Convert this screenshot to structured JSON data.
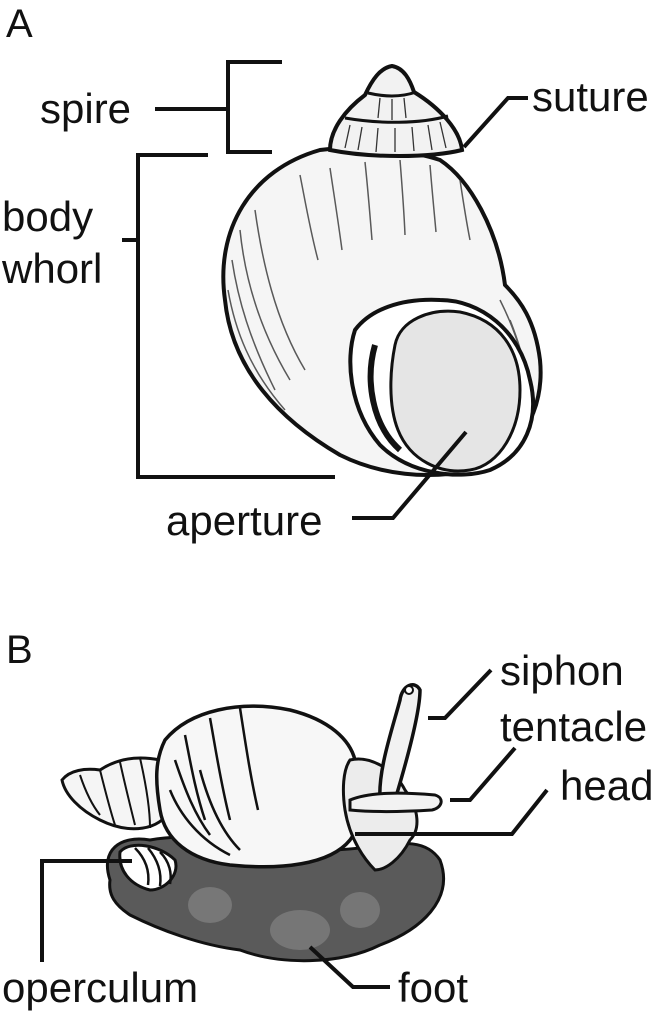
{
  "figure": {
    "panels": [
      {
        "letter": "A",
        "subject": "snail shell",
        "labels": {
          "spire": "spire",
          "body_whorl_line1": "body",
          "body_whorl_line2": "whorl",
          "suture": "suture",
          "aperture": "aperture"
        }
      },
      {
        "letter": "B",
        "subject": "living snail",
        "labels": {
          "siphon": "siphon",
          "tentacle": "tentacle",
          "head": "head",
          "operculum": "operculum",
          "foot": "foot"
        }
      }
    ],
    "colors": {
      "line": "#111111",
      "shell_fill": "#f4f4f4",
      "aperture_fill": "#e3e3e3",
      "foot_fill": "#5e5e5e"
    }
  }
}
